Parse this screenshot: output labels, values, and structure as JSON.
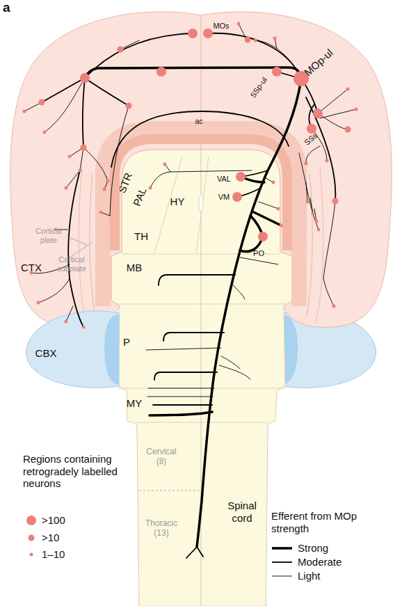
{
  "diagram": {
    "nodes": [
      {
        "text": [
          "CTX"
        ]
      },
      {
        "text": [
          "STR"
        ],
        "in": 0
      },
      {
        "text": [
          "PAL"
        ],
        "in": 0
      },
      {
        "text": [
          "TH"
        ]
      },
      {
        "text": [
          "HY"
        ]
      },
      {
        "text": [
          "MB"
        ]
      },
      {
        "text": [
          "P"
        ]
      },
      {
        "text": [
          "MY"
        ]
      },
      {
        "text": [
          "CBX"
        ]
      },
      {
        "text": [
          "Spinal cord"
        ]
      },
      {
        "text": [
          "Cervical (8)"
        ],
        "in": 9
      },
      {
        "text": [
          "Thoracic (13)"
        ],
        "in": 9
      }
    ],
    "labels": [
      "a",
      "MOs",
      "MOp-ul",
      "SSp-ul",
      "SSs",
      "ac",
      "VAL",
      "VM",
      "PO",
      "Cortical plate",
      "Cortical subplate",
      "Regions containing retrogradely labelled neurons",
      "Efferent from MOp strength"
    ],
    "legend": [
      {
        "text": ">100"
      },
      {
        "text": ">10"
      },
      {
        "text": "1–10"
      },
      {
        "text": "Strong"
      },
      {
        "text": "Moderate"
      },
      {
        "text": "Light"
      }
    ]
  }
}
